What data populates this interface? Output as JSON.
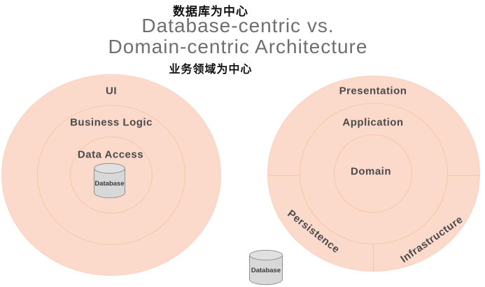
{
  "header": {
    "label_top_zh": "数据库为中心",
    "title_line1": "Database-centric vs.",
    "title_line2": "Domain-centric Architecture",
    "label_bottom_zh": "业务领域为中心"
  },
  "left_diagram": {
    "name": "database-centric architecture",
    "rings": [
      "UI",
      "Business Logic",
      "Data Access"
    ],
    "database_label": "Database"
  },
  "right_diagram": {
    "name": "domain-centric architecture",
    "rings": [
      "Presentation",
      "Application",
      "Domain"
    ],
    "sectors": [
      "Persistence",
      "Infrastructure"
    ],
    "database_label": "Database"
  },
  "colors": {
    "circle_fill": "#fbd9cb",
    "ring_stroke": "#f6c8a4",
    "label_text": "#4a4a4a",
    "title_text": "#6f6f6f",
    "caption_text": "#111111",
    "cylinder_fill": "#d8d8d8",
    "cylinder_stroke": "#909090"
  }
}
